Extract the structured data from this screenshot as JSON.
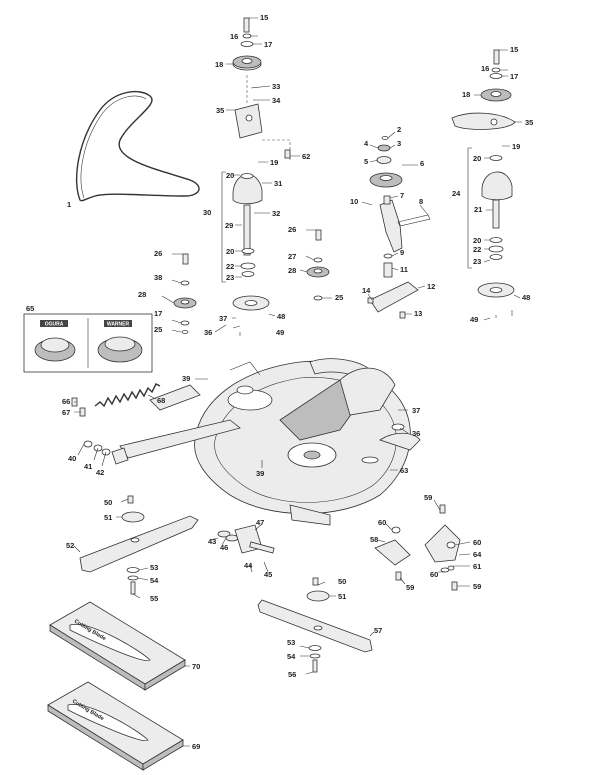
{
  "callouts": [
    "1",
    "2",
    "3",
    "4",
    "5",
    "6",
    "7",
    "8",
    "9",
    "10",
    "11",
    "12",
    "13",
    "14",
    "15",
    "16",
    "17",
    "18",
    "19",
    "20",
    "21",
    "22",
    "23",
    "24",
    "25",
    "26",
    "27",
    "28",
    "29",
    "30",
    "31",
    "32",
    "33",
    "34",
    "35",
    "36",
    "37",
    "38",
    "39",
    "40",
    "41",
    "42",
    "43",
    "44",
    "45",
    "46",
    "47",
    "48",
    "49",
    "50",
    "51",
    "52",
    "53",
    "54",
    "55",
    "56",
    "57",
    "58",
    "59",
    "60",
    "61",
    "62",
    "63",
    "64",
    "65",
    "66",
    "67",
    "68",
    "69",
    "70"
  ],
  "clutch_box": {
    "brand_left": "OGURA",
    "brand_right": "WARNER"
  },
  "blade_boxes": {
    "box_70_text": "Cutting Blade",
    "box_69_text": "Cutting Blade"
  }
}
